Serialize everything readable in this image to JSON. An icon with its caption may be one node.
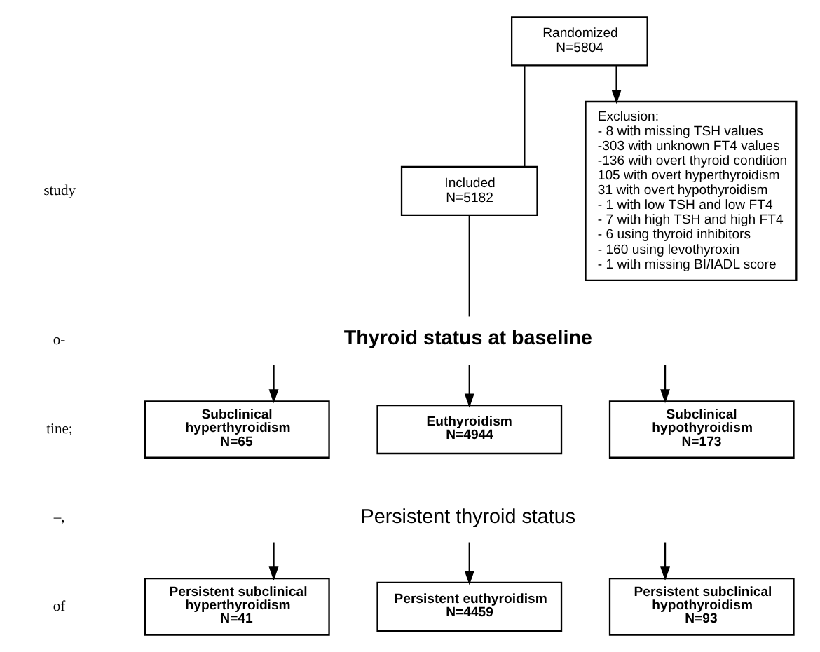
{
  "diagram": {
    "nodes": [
      {
        "text": [
          "Randomized",
          "N=5804"
        ]
      },
      {
        "text": [
          "Exclusion:",
          "- 8 with missing TSH values",
          "-303 with unknown FT4 values",
          "-136 with overt thyroid condition",
          "105 with overt hyperthyroidism",
          "31 with overt hypothyroidism",
          "- 1 with low TSH and low FT4",
          "- 7 with high TSH and high FT4",
          "- 6 using thyroid inhibitors",
          "- 160 using levothyroxin",
          "- 1 with missing BI/IADL score"
        ]
      },
      {
        "text": [
          "Included",
          "N=5182"
        ]
      },
      {
        "text": [
          "Thyroid status at baseline"
        ]
      },
      {
        "text": [
          "Subclinical hyperthyroidism",
          "N=65"
        ]
      },
      {
        "text": [
          "Euthyroidism",
          "N=4944"
        ]
      },
      {
        "text": [
          "Subclinical hypothyroidism",
          "N=173"
        ]
      },
      {
        "text": [
          "Persistent thyroid status"
        ]
      },
      {
        "text": [
          "Persistent subclinical hyperthyroidism",
          "N=41"
        ]
      },
      {
        "text": [
          "Persistent euthyroidism",
          "N=4459"
        ]
      },
      {
        "text": [
          "Persistent subclinical hypothyroidism",
          "N=93"
        ]
      }
    ],
    "edges": [
      {
        "from": 0,
        "to": 2,
        "arrow": "none"
      },
      {
        "from": 0,
        "to": 1,
        "arrow": "to"
      },
      {
        "from": 2,
        "to": 3,
        "arrow": "none"
      },
      {
        "from": 3,
        "to": 4,
        "arrow": "to"
      },
      {
        "from": 3,
        "to": 5,
        "arrow": "to"
      },
      {
        "from": 3,
        "to": 6,
        "arrow": "to"
      },
      {
        "from": 7,
        "to": 8,
        "arrow": "to"
      },
      {
        "from": 7,
        "to": 9,
        "arrow": "to"
      },
      {
        "from": 7,
        "to": 10,
        "arrow": "to"
      }
    ],
    "labels": [
      "study",
      "o-",
      "tine;",
      "–,",
      "of"
    ]
  }
}
